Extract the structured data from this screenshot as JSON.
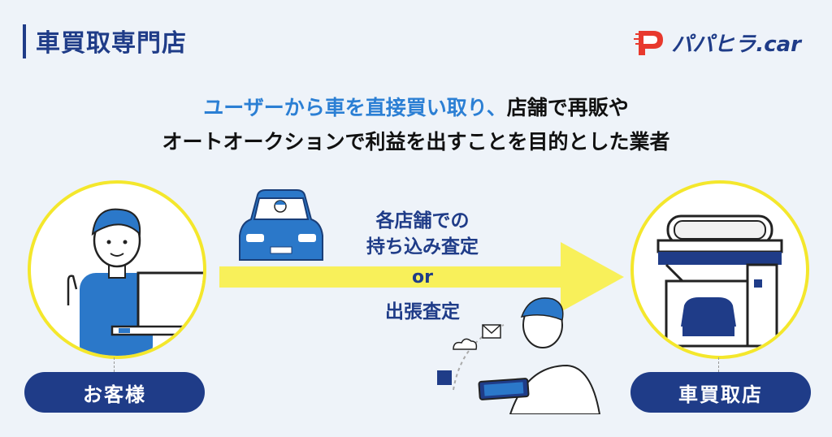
{
  "header": {
    "title": "車買取専門店",
    "logo_text": "パパヒラ.car"
  },
  "headline": {
    "line1_blue": "ユーザーから車を直接買い取り、",
    "line1_black": "店舗で再販や",
    "line2": "オートオークションで利益を出すことを目的とした業者"
  },
  "flow": {
    "method_a": [
      "各店舗での",
      "持ち込み査定"
    ],
    "connector": "or",
    "method_b": "出張査定"
  },
  "nodes": {
    "customer": "お客様",
    "dealer": "車買取店"
  },
  "colors": {
    "navy": "#1f3c88",
    "accent_blue": "#2b7fd4",
    "yellow": "#f4e72c",
    "arrow_yellow": "#f8f05a"
  }
}
